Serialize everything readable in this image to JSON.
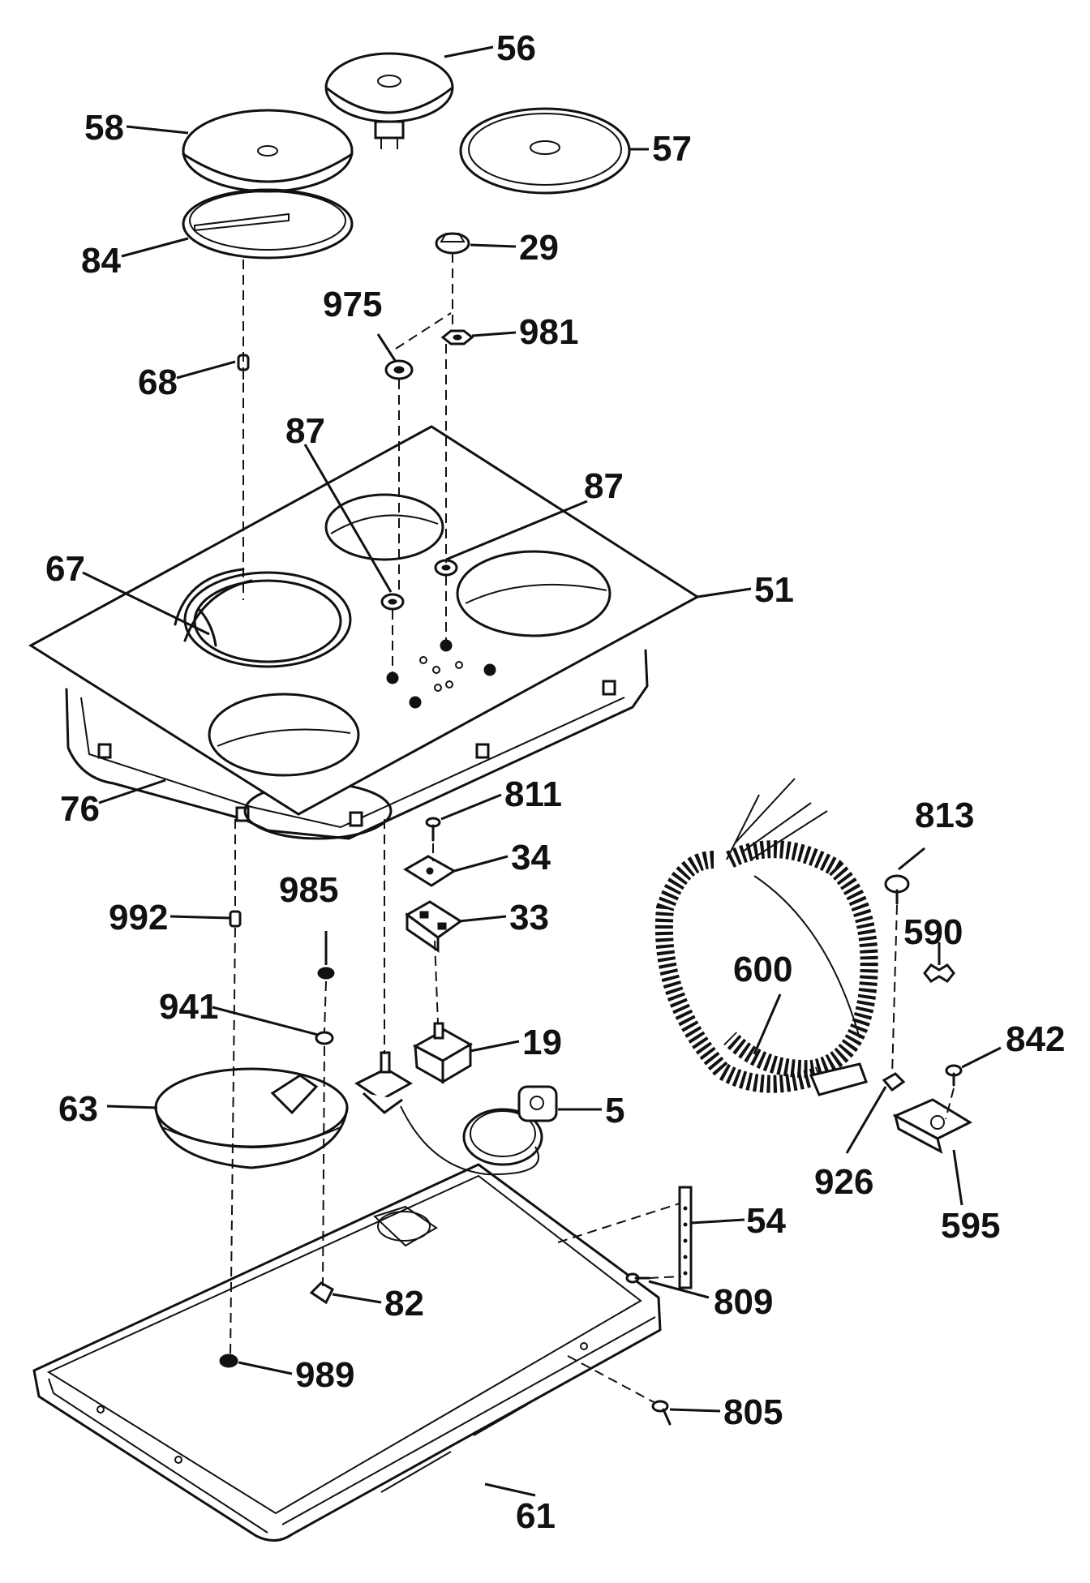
{
  "callouts": [
    {
      "id": "p56",
      "text": "56"
    },
    {
      "id": "p58",
      "text": "58"
    },
    {
      "id": "p57",
      "text": "57"
    },
    {
      "id": "p84",
      "text": "84"
    },
    {
      "id": "p29",
      "text": "29"
    },
    {
      "id": "p975",
      "text": "975"
    },
    {
      "id": "p981",
      "text": "981"
    },
    {
      "id": "p68",
      "text": "68"
    },
    {
      "id": "p87a",
      "text": "87"
    },
    {
      "id": "p87b",
      "text": "87"
    },
    {
      "id": "p67",
      "text": "67"
    },
    {
      "id": "p51",
      "text": "51"
    },
    {
      "id": "p76",
      "text": "76"
    },
    {
      "id": "p811",
      "text": "811"
    },
    {
      "id": "p34",
      "text": "34"
    },
    {
      "id": "p33",
      "text": "33"
    },
    {
      "id": "p992",
      "text": "992"
    },
    {
      "id": "p985",
      "text": "985"
    },
    {
      "id": "p941",
      "text": "941"
    },
    {
      "id": "p19",
      "text": "19"
    },
    {
      "id": "p63",
      "text": "63"
    },
    {
      "id": "p5",
      "text": "5"
    },
    {
      "id": "p813",
      "text": "813"
    },
    {
      "id": "p590",
      "text": "590"
    },
    {
      "id": "p600",
      "text": "600"
    },
    {
      "id": "p842",
      "text": "842"
    },
    {
      "id": "p926",
      "text": "926"
    },
    {
      "id": "p595",
      "text": "595"
    },
    {
      "id": "p54",
      "text": "54"
    },
    {
      "id": "p809",
      "text": "809"
    },
    {
      "id": "p82",
      "text": "82"
    },
    {
      "id": "p989",
      "text": "989"
    },
    {
      "id": "p805",
      "text": "805"
    },
    {
      "id": "p61",
      "text": "61"
    }
  ]
}
